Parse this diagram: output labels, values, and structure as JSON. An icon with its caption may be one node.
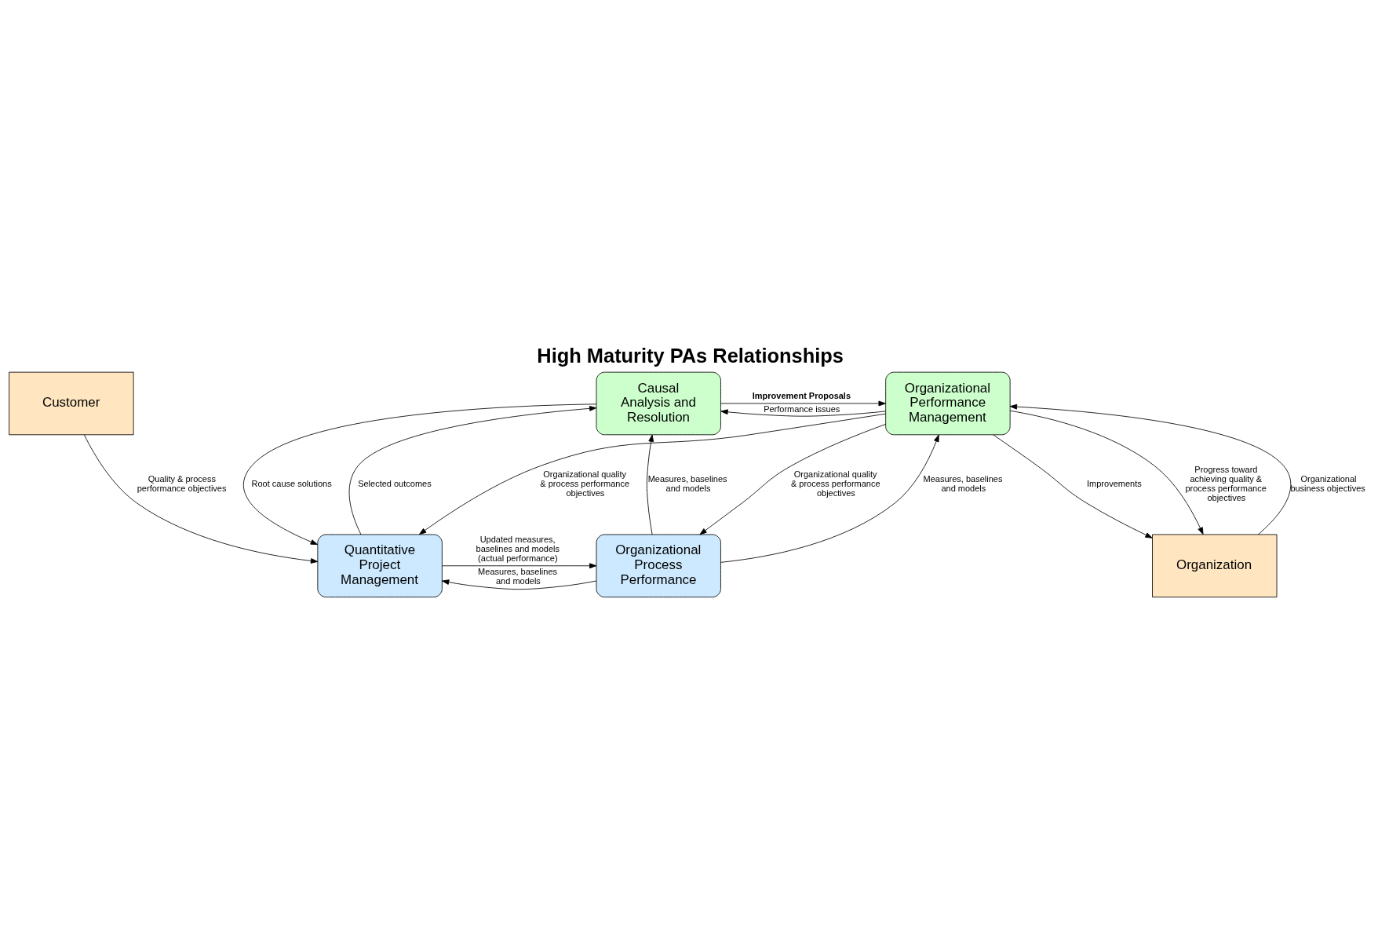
{
  "diagram": {
    "title": "High Maturity PAs Relationships",
    "nodes": [
      {
        "text": [
          "Causal Analysis and Resolution"
        ]
      },
      {
        "text": [
          "Organizational Performance Management"
        ]
      },
      {
        "text": [
          "Quantitative Project Management"
        ]
      },
      {
        "text": [
          "Organizational Process Performance"
        ]
      },
      {
        "text": [
          "Organization"
        ]
      },
      {
        "text": [
          "Customer"
        ]
      }
    ],
    "edges": [
      {
        "from": 1,
        "to": 4,
        "arrow": "to",
        "label": "Improvements"
      },
      {
        "from": 1,
        "to": 4,
        "arrow": "to",
        "label": "Progress toward achieving quality & process performance objectives"
      },
      {
        "from": 1,
        "to": 0,
        "arrow": "to",
        "label": "Performance issues"
      },
      {
        "from": 4,
        "to": 1,
        "arrow": "to",
        "label": "Organizational business objectives"
      },
      {
        "from": 0,
        "to": 1,
        "arrow": "to",
        "label": "Improvement Proposals"
      },
      {
        "from": 3,
        "to": 0,
        "arrow": "to",
        "label": "Measures, baselines and models"
      },
      {
        "from": 1,
        "to": 2,
        "arrow": "to",
        "label": "Organizational quality & process performance objectives"
      },
      {
        "from": 1,
        "to": 3,
        "arrow": "to",
        "label": "Organizational quality & process performance objectives"
      },
      {
        "from": 3,
        "to": 1,
        "arrow": "to",
        "label": "Measures, baselines and models"
      },
      {
        "from": 2,
        "to": 0,
        "arrow": "to",
        "label": "Selected outcomes"
      },
      {
        "from": 0,
        "to": 2,
        "arrow": "to",
        "label": "Root cause solutions"
      },
      {
        "from": 3,
        "to": 2,
        "arrow": "to",
        "label": "Measures, baselines and models"
      },
      {
        "from": 2,
        "to": 3,
        "arrow": "to",
        "label": "Updated measures, baselines and models (actual performance)"
      },
      {
        "from": 5,
        "to": 2,
        "arrow": "to",
        "label": "Quality & process performance objectives"
      }
    ]
  }
}
